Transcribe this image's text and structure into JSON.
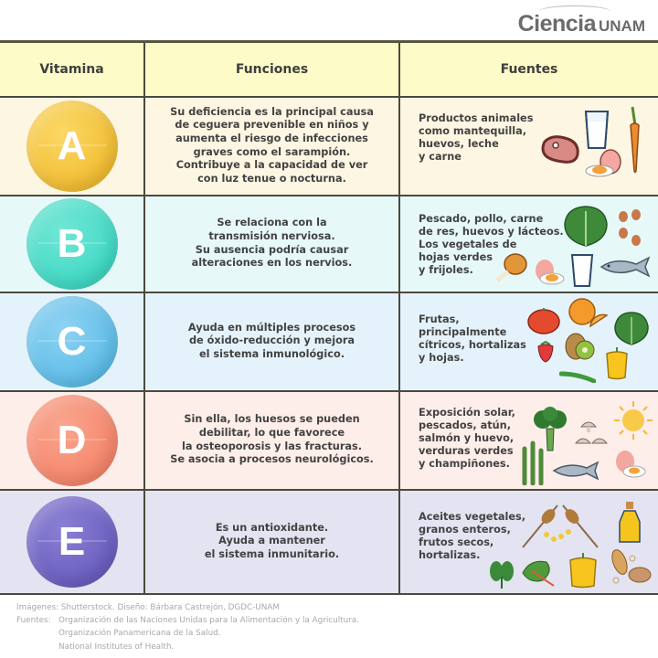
{
  "brand": {
    "name": "Ciencia",
    "suffix": "UNAM"
  },
  "table": {
    "headers": {
      "vitamin": "Vitamina",
      "functions": "Funciones",
      "sources": "Fuentes"
    },
    "rows": [
      {
        "letter": "A",
        "ball_color": "#f5c842",
        "row_bg": "#fdf6e2",
        "functions": "Su deficiencia es la principal causa de ceguera prevenible en niños y aumenta el riesgo de infecciones graves como el sarampión. Contribuye a la capacidad de ver con luz tenue o nocturna.",
        "functions_lines": [
          "Su deficiencia es la principal causa",
          "de ceguera prevenible en niños y",
          "aumenta el riesgo de infecciones",
          "graves como el sarampión.",
          "Contribuye a la capacidad de ver",
          "con luz tenue o nocturna."
        ],
        "sources_lines": [
          "Productos animales",
          "como mantequilla,",
          "huevos, leche",
          "y carne"
        ],
        "icons": [
          "meat-icon",
          "milk-glass-icon",
          "egg-icon",
          "carrot-icon"
        ]
      },
      {
        "letter": "B",
        "ball_color": "#3fd9c4",
        "row_bg": "#e6f9f8",
        "functions_lines": [
          "Se relaciona con la",
          "transmisión nerviosa.",
          "Su ausencia podría causar",
          "alteraciones en los nervios."
        ],
        "sources_lines": [
          "Pescado, pollo, carne",
          "de res, huevos y lácteos.",
          "Los vegetales de",
          "hojas verdes",
          "y frijoles."
        ],
        "icons": [
          "leafy-greens-icon",
          "beans-icon",
          "chicken-leg-icon",
          "egg-icon",
          "milk-glass-icon",
          "fish-icon"
        ]
      },
      {
        "letter": "C",
        "ball_color": "#5ebde8",
        "row_bg": "#e4f3fb",
        "functions_lines": [
          "Ayuda en múltiples procesos",
          "de óxido-reducción y mejora",
          "el sistema inmunológico."
        ],
        "sources_lines": [
          "Frutas,",
          "principalmente",
          "cítricos, hortalizas",
          "y hojas."
        ],
        "icons": [
          "tomato-icon",
          "orange-icon",
          "leafy-greens-icon",
          "strawberry-icon",
          "kiwi-icon",
          "pepper-icon",
          "green-chili-icon"
        ]
      },
      {
        "letter": "D",
        "ball_color": "#f5866b",
        "row_bg": "#fdeeea",
        "functions_lines": [
          "Sin ella, los huesos se pueden",
          "debilitar, lo que favorece",
          "la osteoporosis y las fracturas.",
          "Se asocia a procesos neurológicos."
        ],
        "sources_lines": [
          "Exposición solar,",
          "pescados, atún,",
          "salmón y huevo,",
          "verduras verdes",
          "y champiñones."
        ],
        "icons": [
          "broccoli-icon",
          "mushroom-icon",
          "sun-icon",
          "asparagus-icon",
          "fish-icon",
          "egg-icon"
        ]
      },
      {
        "letter": "E",
        "ball_color": "#6a5fc0",
        "row_bg": "#e3e3f1",
        "functions_lines": [
          "Es un antioxidante.",
          "Ayuda a mantener",
          "el sistema inmunitario."
        ],
        "sources_lines": [
          "Aceites vegetales,",
          "granos enteros,",
          "frutos secos,",
          "hortalizas."
        ],
        "icons": [
          "wheat-icon",
          "oil-bottle-icon",
          "spinach-icon",
          "chard-icon",
          "pepper-icon",
          "peanut-icon"
        ]
      }
    ]
  },
  "footer": {
    "images_credit": "Imágenes: Shutterstock. Diseño: Bárbara Castrejón, DGDC-UNAM",
    "sources_label": "Fuentes:",
    "sources": [
      "Organización de las Naciones Unidas para la Alimentación y la Agricultura.",
      "Organización Panamericana de la Salud.",
      "National Institutes of Health."
    ]
  }
}
